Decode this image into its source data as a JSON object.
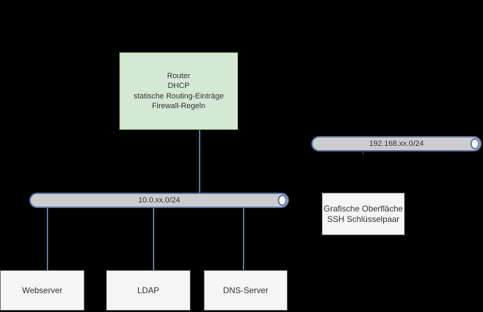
{
  "diagram": {
    "background_color": "#000000",
    "text_color": "#333333",
    "connector_color": "#5f76a3",
    "router_box": {
      "fill": "#d5e8d4",
      "border": "#82b366",
      "lines": [
        "Router",
        "DHCP",
        "statische Routing-Einträge",
        "Firewall-Regeln"
      ]
    },
    "bus_192": {
      "label": "192.168.xx.0/24",
      "fill": "#cccccc",
      "stroke": "#5c74a3"
    },
    "bus_10": {
      "label": "10.0.xx.0/24",
      "fill": "#cccccc",
      "stroke": "#5c74a3"
    },
    "gui_box": {
      "fill": "#f5f5f5",
      "border": "#666666",
      "lines": [
        "Grafische Oberfläche",
        "SSH Schlüsselpaar"
      ]
    },
    "servers": [
      {
        "label": "Webserver"
      },
      {
        "label": "LDAP"
      },
      {
        "label": "DNS-Server"
      }
    ]
  }
}
